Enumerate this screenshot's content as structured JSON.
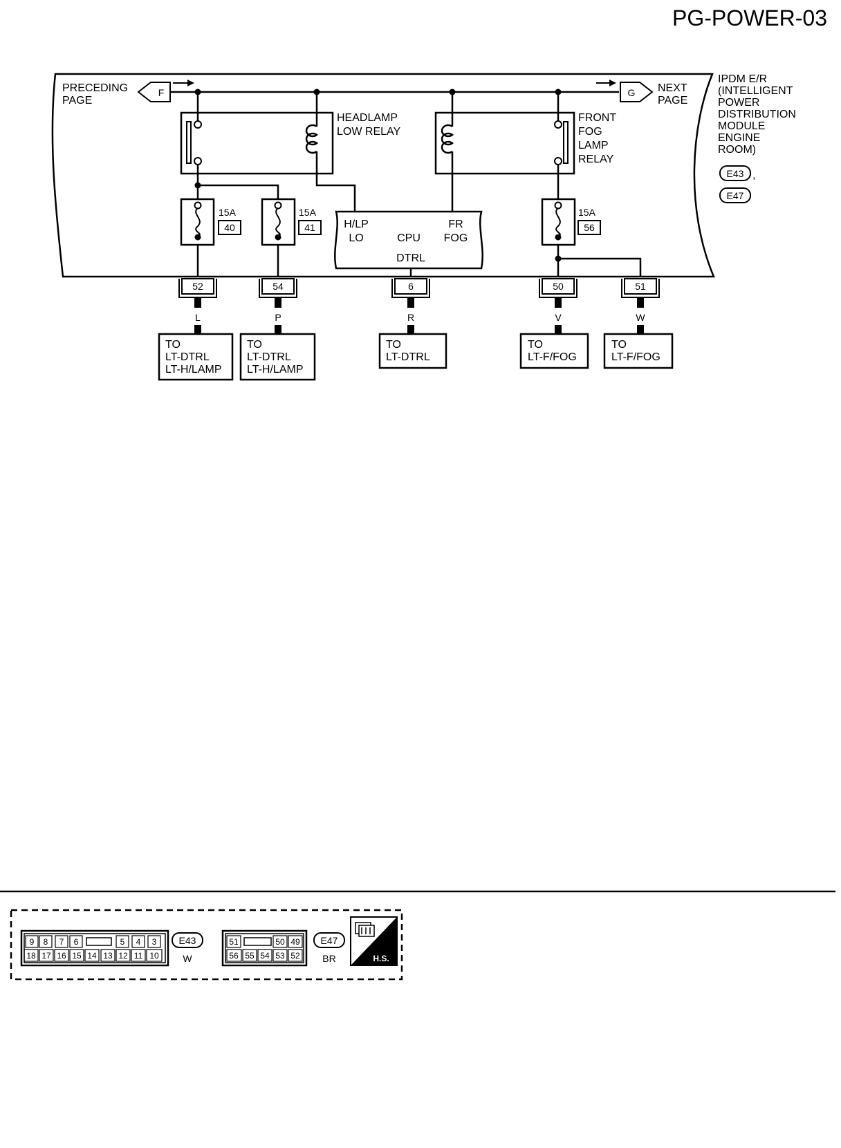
{
  "header": {
    "page_id": "PG-POWER-03"
  },
  "module": {
    "lines": [
      "IPDM E/R",
      "(INTELLIGENT",
      "POWER",
      "DISTRIBUTION",
      "MODULE",
      "ENGINE",
      "ROOM)"
    ],
    "connectors": [
      "E43",
      "E47"
    ],
    "comma": ","
  },
  "nav": {
    "preceding": {
      "lines": [
        "PRECEDING",
        "PAGE"
      ],
      "marker": "F"
    },
    "next": {
      "lines": [
        "NEXT",
        "PAGE"
      ],
      "marker": "G"
    }
  },
  "relays": {
    "headlamp_low": [
      "HEADLAMP",
      "LOW RELAY"
    ],
    "front_fog": [
      "FRONT",
      "FOG",
      "LAMP",
      "RELAY"
    ]
  },
  "fuses": [
    {
      "rating": "15A",
      "number": "40"
    },
    {
      "rating": "15A",
      "number": "41"
    },
    {
      "rating": "15A",
      "number": "56"
    }
  ],
  "cpu": {
    "h_lp": "H/LP",
    "lo": "LO",
    "cpu": "CPU",
    "fr": "FR",
    "fog": "FOG",
    "dtrl": "DTRL"
  },
  "terminals": [
    {
      "pin": "52",
      "wire": "L",
      "dest": [
        "TO",
        "LT-DTRL",
        "LT-H/LAMP"
      ]
    },
    {
      "pin": "54",
      "wire": "P",
      "dest": [
        "TO",
        "LT-DTRL",
        "LT-H/LAMP"
      ]
    },
    {
      "pin": "6",
      "wire": "R",
      "dest": [
        "TO",
        "LT-DTRL"
      ]
    },
    {
      "pin": "50",
      "wire": "V",
      "dest": [
        "TO",
        "LT-F/FOG"
      ]
    },
    {
      "pin": "51",
      "wire": "W",
      "dest": [
        "TO",
        "LT-F/FOG"
      ]
    }
  ],
  "connector_views": {
    "e43": {
      "id": "E43",
      "color": "W",
      "top": [
        "9",
        "8",
        "7",
        "6",
        "",
        "5",
        "4",
        "3"
      ],
      "bottom": [
        "18",
        "17",
        "16",
        "15",
        "14",
        "13",
        "12",
        "11",
        "10"
      ]
    },
    "e47": {
      "id": "E47",
      "color": "BR",
      "top": [
        "51",
        "",
        "50",
        "49"
      ],
      "bottom": [
        "56",
        "55",
        "54",
        "53",
        "52"
      ]
    },
    "hs_label": "H.S."
  }
}
